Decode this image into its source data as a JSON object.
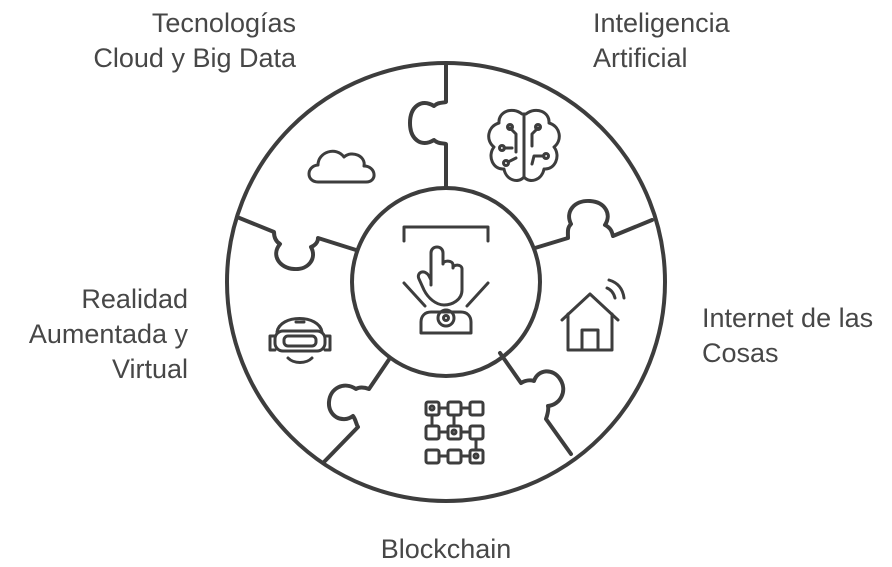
{
  "segments": [
    {
      "id": "cloud",
      "label_lines": [
        "Tecnologías",
        "Cloud y Big Data"
      ],
      "icon": "cloud-icon"
    },
    {
      "id": "ai",
      "label_lines": [
        "Inteligencia",
        "Artificial"
      ],
      "icon": "brain-circuit-icon"
    },
    {
      "id": "iot",
      "label_lines": [
        "Internet de las",
        "Cosas"
      ],
      "icon": "smart-home-icon"
    },
    {
      "id": "blockchain",
      "label_lines": [
        "Blockchain"
      ],
      "icon": "block-grid-icon"
    },
    {
      "id": "ar",
      "label_lines": [
        "Realidad",
        "Aumentada y",
        "Virtual"
      ],
      "icon": "vr-headset-icon"
    }
  ],
  "center": {
    "icon": "touch-hologram-icon"
  },
  "colors": {
    "stroke": "#3d3d3d",
    "text": "#474747",
    "background": "#ffffff"
  }
}
